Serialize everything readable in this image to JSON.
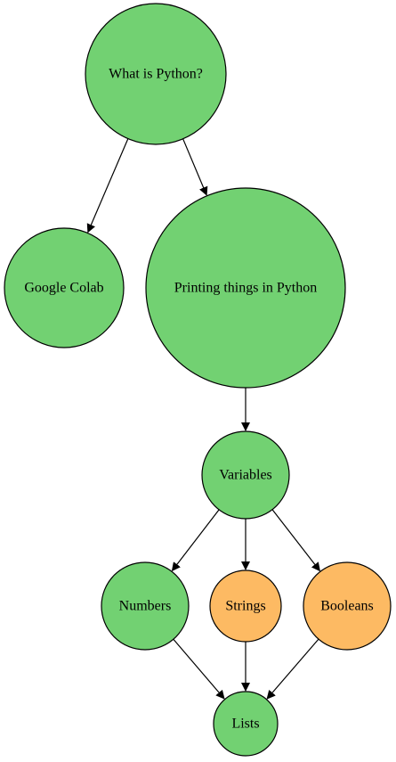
{
  "diagram": {
    "nodes": [
      {
        "id": "what_is_python",
        "label": "What is Python?",
        "color": "#72d172"
      },
      {
        "id": "google_colab",
        "label": "Google Colab",
        "color": "#72d172"
      },
      {
        "id": "printing",
        "label": "Printing things in Python",
        "color": "#72d172"
      },
      {
        "id": "variables",
        "label": "Variables",
        "color": "#72d172"
      },
      {
        "id": "numbers",
        "label": "Numbers",
        "color": "#72d172"
      },
      {
        "id": "strings",
        "label": "Strings",
        "color": "#fdba63"
      },
      {
        "id": "booleans",
        "label": "Booleans",
        "color": "#fdba63"
      },
      {
        "id": "lists",
        "label": "Lists",
        "color": "#72d172"
      }
    ],
    "edges": [
      {
        "from": "what_is_python",
        "to": "google_colab"
      },
      {
        "from": "what_is_python",
        "to": "printing"
      },
      {
        "from": "printing",
        "to": "variables"
      },
      {
        "from": "variables",
        "to": "numbers"
      },
      {
        "from": "variables",
        "to": "strings"
      },
      {
        "from": "variables",
        "to": "booleans"
      },
      {
        "from": "numbers",
        "to": "lists"
      },
      {
        "from": "strings",
        "to": "lists"
      },
      {
        "from": "booleans",
        "to": "lists"
      }
    ]
  }
}
